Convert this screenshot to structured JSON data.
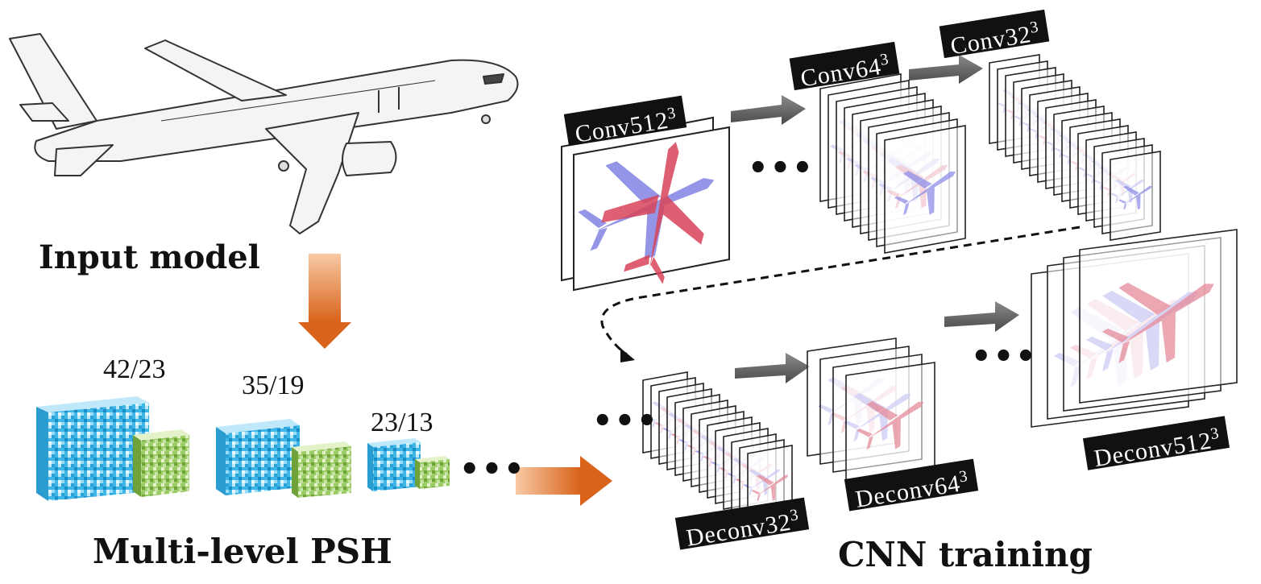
{
  "captions": {
    "input_model": "Input model",
    "multi_level_psh": "Multi-level PSH",
    "cnn_training": "CNN training"
  },
  "psh_levels": [
    {
      "ratio": "42/23"
    },
    {
      "ratio": "35/19"
    },
    {
      "ratio": "23/13"
    }
  ],
  "layers": {
    "conv512": {
      "name": "Conv512",
      "exp": "3"
    },
    "conv64": {
      "name": "Conv64",
      "exp": "3"
    },
    "conv32": {
      "name": "Conv32",
      "exp": "3"
    },
    "deconv32": {
      "name": "Deconv32",
      "exp": "3"
    },
    "deconv64": {
      "name": "Deconv64",
      "exp": "3"
    },
    "deconv512": {
      "name": "Deconv512",
      "exp": "3"
    }
  },
  "ellipsis": "•••",
  "colors": {
    "orange_arrow": "#e07a2e",
    "gray_arrow": "#666666",
    "cube_blue": "#33b5e5",
    "cube_green": "#8bc34a",
    "voxel_blue": "#8a8ae6",
    "voxel_red": "#d9445a"
  }
}
